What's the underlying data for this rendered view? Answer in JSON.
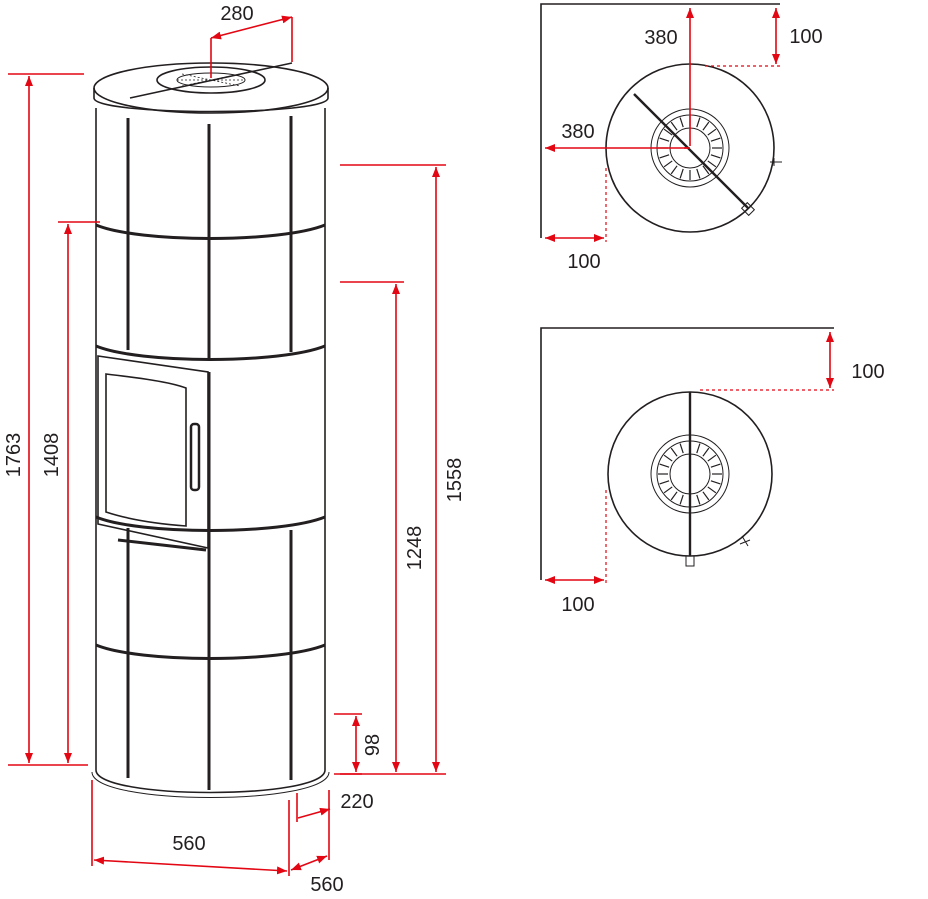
{
  "front_view": {
    "dims": {
      "flue_diameter": "280",
      "total_height": "1763",
      "rear_outlet_height": "1408",
      "top_outlet_height": "1558",
      "side_outlet_height": "1248",
      "air_inlet_height": "98",
      "air_inlet_offset": "220",
      "width": "560",
      "depth": "560"
    }
  },
  "corner_plan": {
    "dims": {
      "back_clearance": "100",
      "flue_offset_y": "380",
      "flue_offset_x": "380",
      "side_clearance": "100"
    }
  },
  "wall_plan": {
    "dims": {
      "back_clearance": "100",
      "side_clearance": "100"
    }
  },
  "colors": {
    "dimension_lines": "#e30613",
    "outline": "#231f20"
  }
}
